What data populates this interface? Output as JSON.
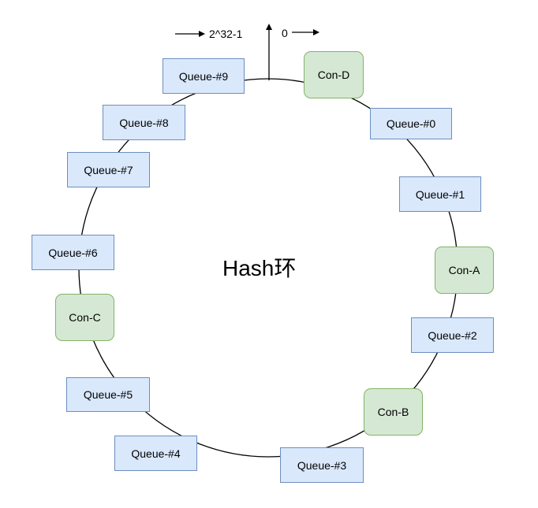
{
  "title": "Hash环",
  "axis": {
    "max_label": "2^32-1",
    "zero_label": "0"
  },
  "queues": [
    {
      "label": "Queue-#0"
    },
    {
      "label": "Queue-#1"
    },
    {
      "label": "Queue-#2"
    },
    {
      "label": "Queue-#3"
    },
    {
      "label": "Queue-#4"
    },
    {
      "label": "Queue-#5"
    },
    {
      "label": "Queue-#6"
    },
    {
      "label": "Queue-#7"
    },
    {
      "label": "Queue-#8"
    },
    {
      "label": "Queue-#9"
    }
  ],
  "consumers": [
    {
      "label": "Con-A"
    },
    {
      "label": "Con-B"
    },
    {
      "label": "Con-C"
    },
    {
      "label": "Con-D"
    }
  ],
  "colors": {
    "queue_fill": "#dae8fc",
    "queue_border": "#6c8ebf",
    "consumer_fill": "#d5e8d4",
    "consumer_border": "#82b366",
    "ring": "#000000"
  }
}
